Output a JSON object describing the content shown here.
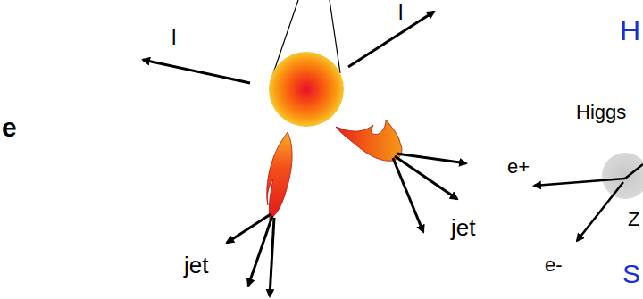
{
  "diagram": {
    "labels": [
      "H",
      "l",
      "l",
      "Higgs",
      "e",
      "e+",
      "jet",
      "jet",
      "e-",
      "Z",
      "S"
    ]
  }
}
